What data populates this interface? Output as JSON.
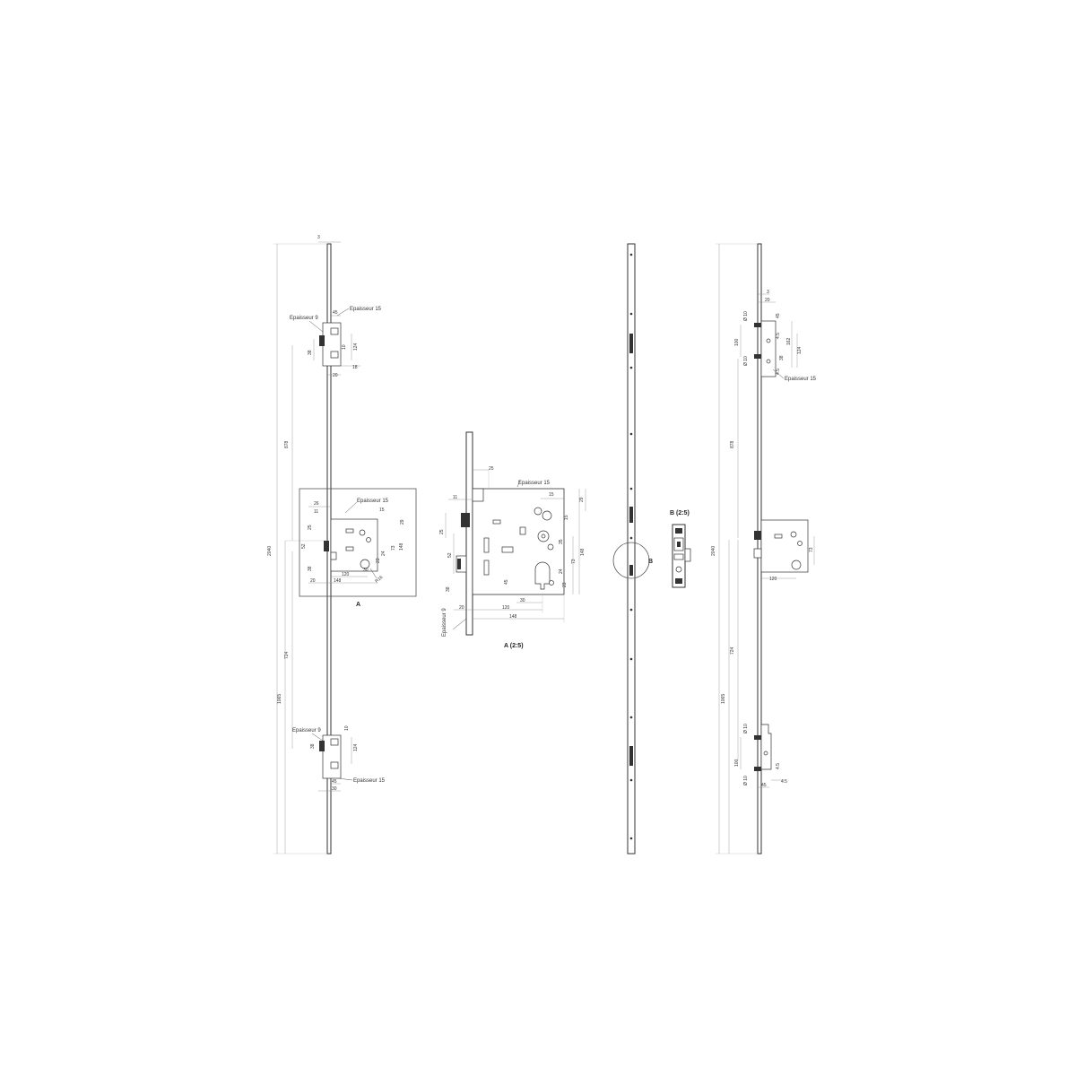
{
  "views": {
    "left_profile": {
      "dims": {
        "top_offset": "3",
        "total_height": "2040",
        "upper_span": "878",
        "lower_span": "724",
        "lower_total": "1065"
      },
      "top_lock": {
        "label_thick9": "Epaisseur 9",
        "label_thick15": "Epaisseur 15",
        "d45": "45",
        "d38": "38",
        "d124": "124",
        "d10": "10",
        "d18": "18",
        "d20": "20"
      },
      "center_lock": {
        "label_thick15": "Epaisseur 15",
        "d26": "26",
        "d11": "11",
        "d15a": "15",
        "d25": "25",
        "d29": "29",
        "d52": "52",
        "d24": "24",
        "d73": "73",
        "d148v": "148",
        "d38": "38",
        "d23": "23",
        "d120": "120",
        "d30": "30",
        "d20": "20",
        "d148h": "148",
        "radius": "R16"
      },
      "detail_callout": "A",
      "bottom_lock": {
        "label_thick9": "Epaisseur 9",
        "label_thick15": "Epaisseur 15",
        "d10": "10",
        "d38": "38",
        "d124": "124",
        "d45": "45",
        "d30": "30"
      }
    },
    "detail_a": {
      "title": "A (2:5)",
      "label_thick15": "Epaisseur 15",
      "label_thick9": "Epaisseur 9",
      "d25top": "25",
      "d11": "11",
      "d15a": "15",
      "d29": "29",
      "d25": "25",
      "d15b": "15",
      "d35": "35",
      "d148": "148",
      "d52": "52",
      "d24": "24",
      "d73": "73",
      "d23": "23",
      "d38": "38",
      "d45": "45",
      "d30": "30",
      "d20": "20",
      "d120": "120",
      "d148h": "148"
    },
    "detail_b": {
      "title": "B (2:5)",
      "callout": "B"
    },
    "right_profile": {
      "dims": {
        "total_height": "2040",
        "upper_span": "878",
        "lower_span": "724",
        "lower_total": "1065"
      },
      "top_lock": {
        "label_thick15": "Epaisseur 15",
        "d3": "3",
        "d20": "20",
        "d45": "45",
        "d100": "100",
        "d4_5a": "4.5",
        "d10a": "Ø 10",
        "d10b": "Ø 10",
        "d162": "162",
        "d38": "38",
        "d124": "124",
        "d4_5b": "4.5"
      },
      "center_lock": {
        "d73": "73",
        "d120": "120"
      },
      "bottom_lock": {
        "d10a": "Ø 10",
        "d100": "100",
        "d10b": "Ø 10",
        "d4_5a": "4.5",
        "d45": "45",
        "d4_5b": "4.5"
      }
    }
  }
}
